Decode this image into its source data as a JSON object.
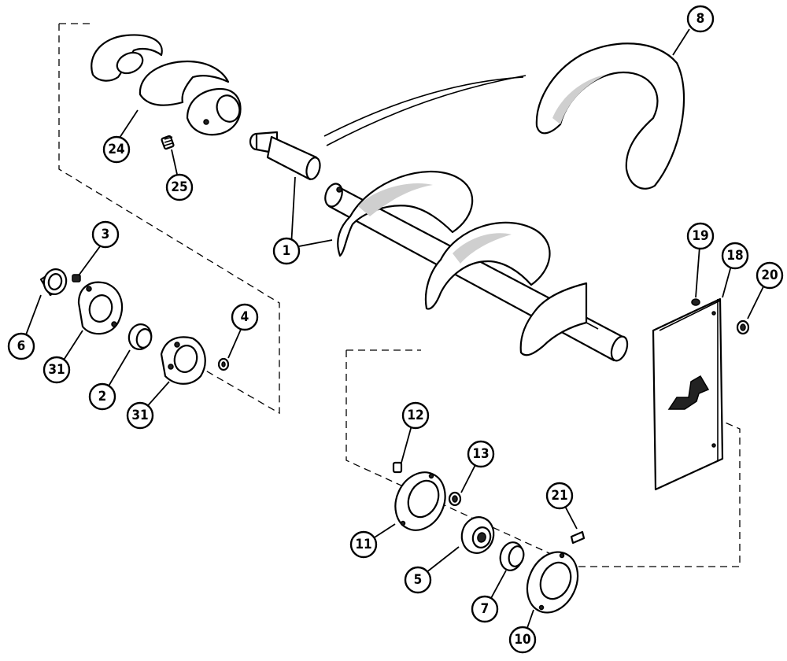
{
  "diagram": {
    "callouts": [
      {
        "id": "c8",
        "label": "8"
      },
      {
        "id": "c24",
        "label": "24"
      },
      {
        "id": "c25",
        "label": "25"
      },
      {
        "id": "c1",
        "label": "1"
      },
      {
        "id": "c3",
        "label": "3"
      },
      {
        "id": "c6",
        "label": "6"
      },
      {
        "id": "c31a",
        "label": "31"
      },
      {
        "id": "c2",
        "label": "2"
      },
      {
        "id": "c31b",
        "label": "31"
      },
      {
        "id": "c4",
        "label": "4"
      },
      {
        "id": "c19",
        "label": "19"
      },
      {
        "id": "c18",
        "label": "18"
      },
      {
        "id": "c20",
        "label": "20"
      },
      {
        "id": "c12",
        "label": "12"
      },
      {
        "id": "c13",
        "label": "13"
      },
      {
        "id": "c21",
        "label": "21"
      },
      {
        "id": "c11",
        "label": "11"
      },
      {
        "id": "c5",
        "label": "5"
      },
      {
        "id": "c7",
        "label": "7"
      },
      {
        "id": "c10",
        "label": "10"
      }
    ]
  }
}
